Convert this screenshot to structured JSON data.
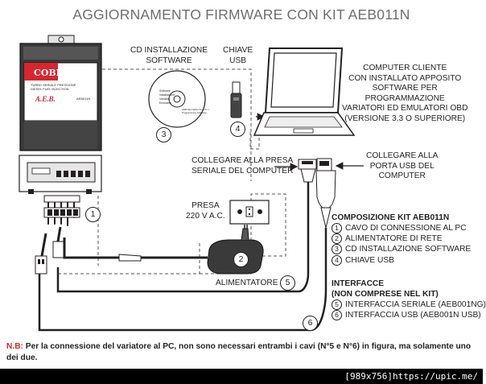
{
  "title": "AGGIORNAMENTO FIRMWARE CON KIT AEB011N",
  "labels": {
    "cd": [
      "CD INSTALLAZIONE",
      "SOFTWARE"
    ],
    "key": [
      "CHIAVE",
      "USB"
    ],
    "computer": [
      "COMPUTER CLIENTE",
      "CON INSTALLATO APPOSITO",
      "SOFTWARE PER",
      "PROGRAMMAZIONE",
      "VARIATORI ED EMULATORI OBD",
      "(VERSIONE 3.3 O SUPERIORE)"
    ],
    "serial": [
      "COLLEGARE ALLA PRESA",
      "SERIALE DEL COMPUTER"
    ],
    "usb_port": [
      "COLLEGARE ALLA",
      "PORTA USB DEL",
      "COMPUTER"
    ],
    "socket": [
      "PRESA",
      "220 V A.C."
    ],
    "power_supply": "ALIMENTATORE"
  },
  "device": {
    "brand": "COBRA",
    "subtitle": [
      "TURBO SERIALE PRESSIONE",
      "DIESEL FUEL INJECTION"
    ],
    "maker": "A.E.B.",
    "code": "AEB011N"
  },
  "cd_disc_text": [
    "Software",
    "installazione",
    "Variatori",
    "Emulatori"
  ],
  "cd_disc_text_right": [
    "AEB Alternative Fuel S.r.l.",
    "Programming Software"
  ],
  "numbers": [
    "1",
    "2",
    "3",
    "4",
    "5",
    "6"
  ],
  "kit": {
    "heading": "COMPOSIZIONE KIT AEB011N",
    "items": [
      {
        "num": "1",
        "text": "CAVO DI CONNESSIONE AL PC"
      },
      {
        "num": "2",
        "text": "ALIMENTATORE DI RETE"
      },
      {
        "num": "3",
        "text": "CD INSTALLAZIONE SOFTWARE"
      },
      {
        "num": "4",
        "text": "CHIAVE USB"
      }
    ]
  },
  "interfaces": {
    "heading": [
      "INTERFACCE",
      "(NON COMPRESE NEL KIT)"
    ],
    "items": [
      {
        "num": "5",
        "text": "INTERFACCIA SERIALE (AEB001NG)"
      },
      {
        "num": "6",
        "text": "INTERFACCIA USB (AEB001N USB)"
      }
    ]
  },
  "note": {
    "prefix": "N.B:",
    "text": " Per la connessione del variatore al PC, non sono necessari entrambi i cavi (N°5 e N°6) in figura, ma solamente uno dei due."
  },
  "watermark": "[989x756]https://upic.me/",
  "colors": {
    "device_red": "#d7262e",
    "note_red": "#d7262e",
    "title_gray": "#6d6e71"
  }
}
